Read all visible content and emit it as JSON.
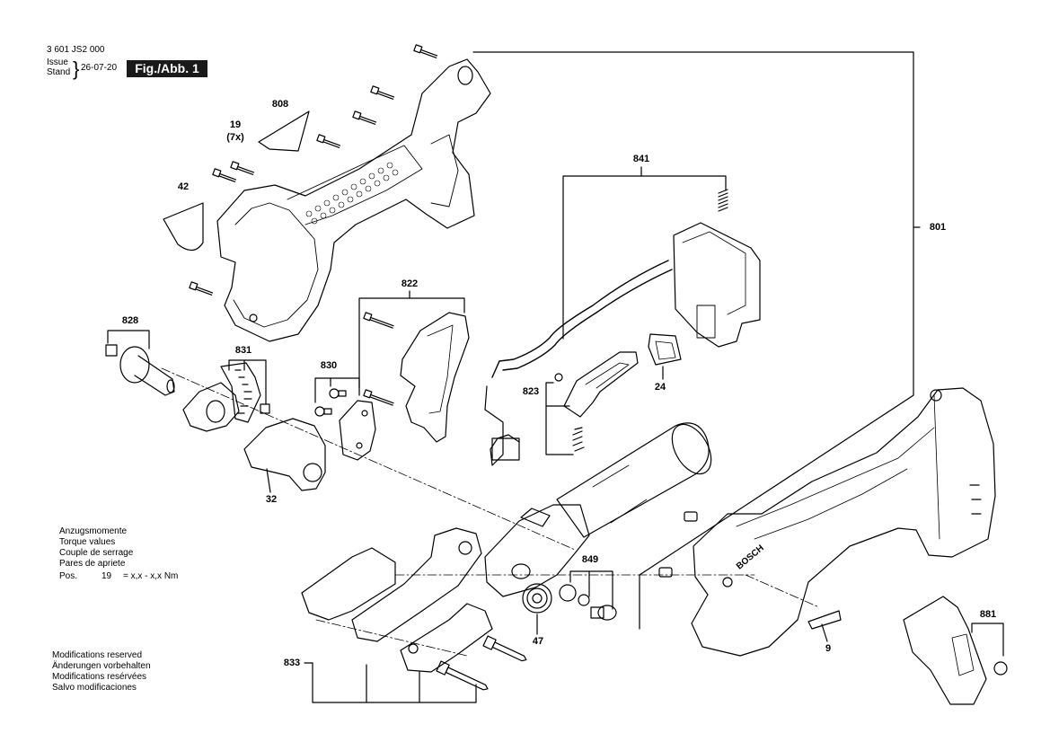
{
  "header": {
    "doc_number": "3 601 JS2 000",
    "issue_label": "Issue",
    "stand_label": "Stand",
    "date": "26-07-20",
    "figure": "Fig./Abb. 1"
  },
  "torque": {
    "lines": [
      "Anzugsmomente",
      "Torque values",
      "Couple de serrage",
      "Pares de apriete"
    ],
    "pos_label": "Pos.",
    "pos_number": "19",
    "pos_value": "= x,x - x,x Nm"
  },
  "notes": [
    "Modifications reserved",
    "Änderungen vorbehalten",
    "Modifications resérvées",
    "Salvo modificaciones"
  ],
  "brand_text": "BOSCH",
  "parts": [
    {
      "id": "19",
      "sub": "(7x)"
    },
    {
      "id": "808"
    },
    {
      "id": "42"
    },
    {
      "id": "801"
    },
    {
      "id": "841"
    },
    {
      "id": "822"
    },
    {
      "id": "828"
    },
    {
      "id": "831"
    },
    {
      "id": "830"
    },
    {
      "id": "823"
    },
    {
      "id": "24"
    },
    {
      "id": "32"
    },
    {
      "id": "849"
    },
    {
      "id": "47"
    },
    {
      "id": "833"
    },
    {
      "id": "9"
    },
    {
      "id": "881"
    }
  ]
}
